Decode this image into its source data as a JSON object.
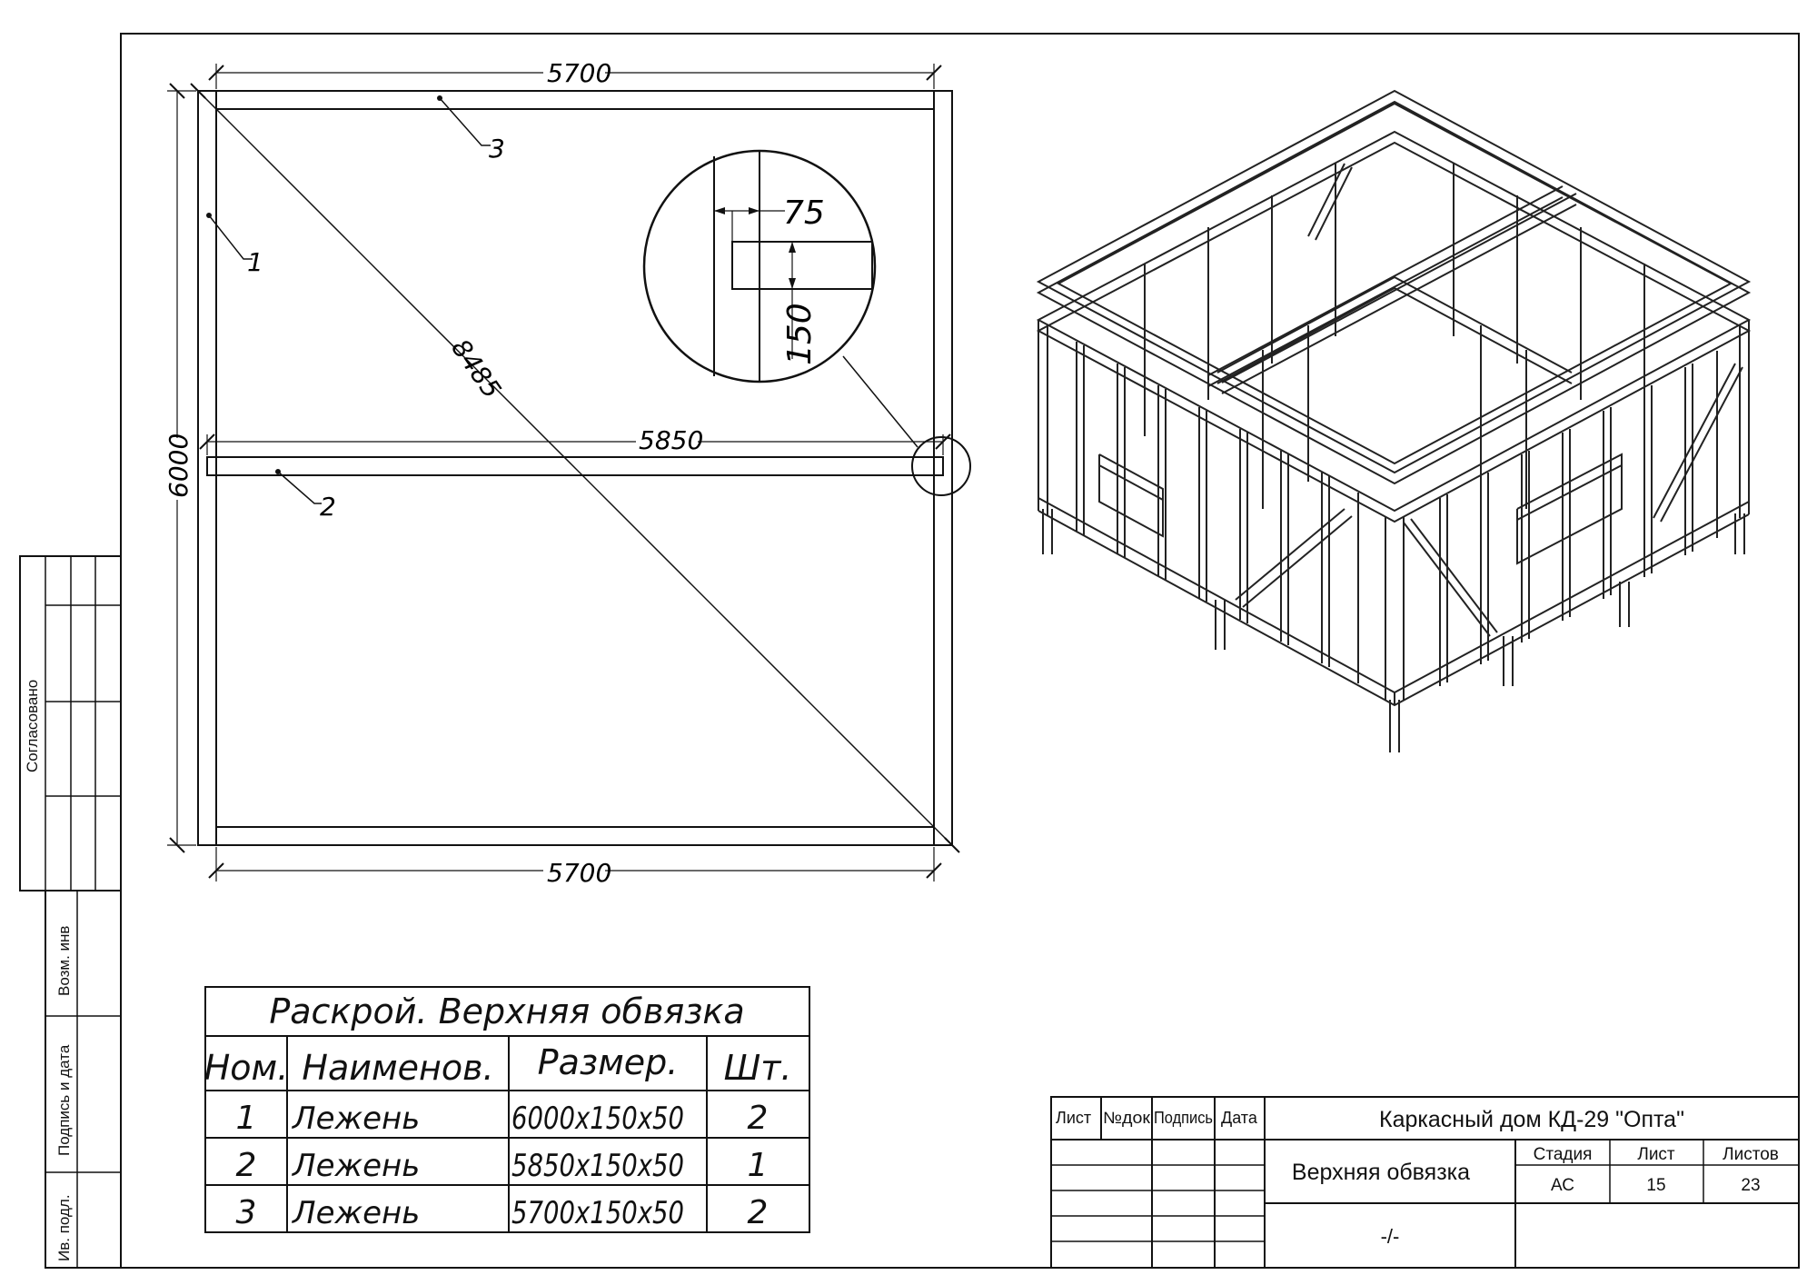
{
  "sidebar": {
    "agreed_label": "Согласовано",
    "inv_label": "Возм. инв",
    "sign_date_label": "Подпись и дата",
    "orig_inv_label": "Ив. подл."
  },
  "plan": {
    "dim_top": "5700",
    "dim_bottom": "5700",
    "dim_left": "6000",
    "dim_diagonal": "8485",
    "dim_cross": "5850",
    "leader_1": "1",
    "leader_2": "2",
    "leader_3": "3"
  },
  "detail": {
    "dim_width": "75",
    "dim_height": "150"
  },
  "cut_table": {
    "title": "Раскрой. Верхняя обвязка",
    "headers": [
      "Ном.",
      "Наименов.",
      "Размер.",
      "Шт."
    ],
    "rows": [
      [
        "1",
        "Лежень",
        "6000х150х50",
        "2"
      ],
      [
        "2",
        "Лежень",
        "5850х150х50",
        "1"
      ],
      [
        "3",
        "Лежень",
        "5700х150х50",
        "2"
      ]
    ]
  },
  "title_block": {
    "col_headers": [
      "Лист",
      "№док",
      "Подпись",
      "Дата"
    ],
    "project": "Каркасный дом КД-29 \"Опта\"",
    "drawing_name": "Верхняя обвязка",
    "stage_label": "Стадия",
    "sheet_label": "Лист",
    "sheets_label": "Листов",
    "stage": "АС",
    "sheet": "15",
    "sheets": "23",
    "note": "-/-"
  }
}
